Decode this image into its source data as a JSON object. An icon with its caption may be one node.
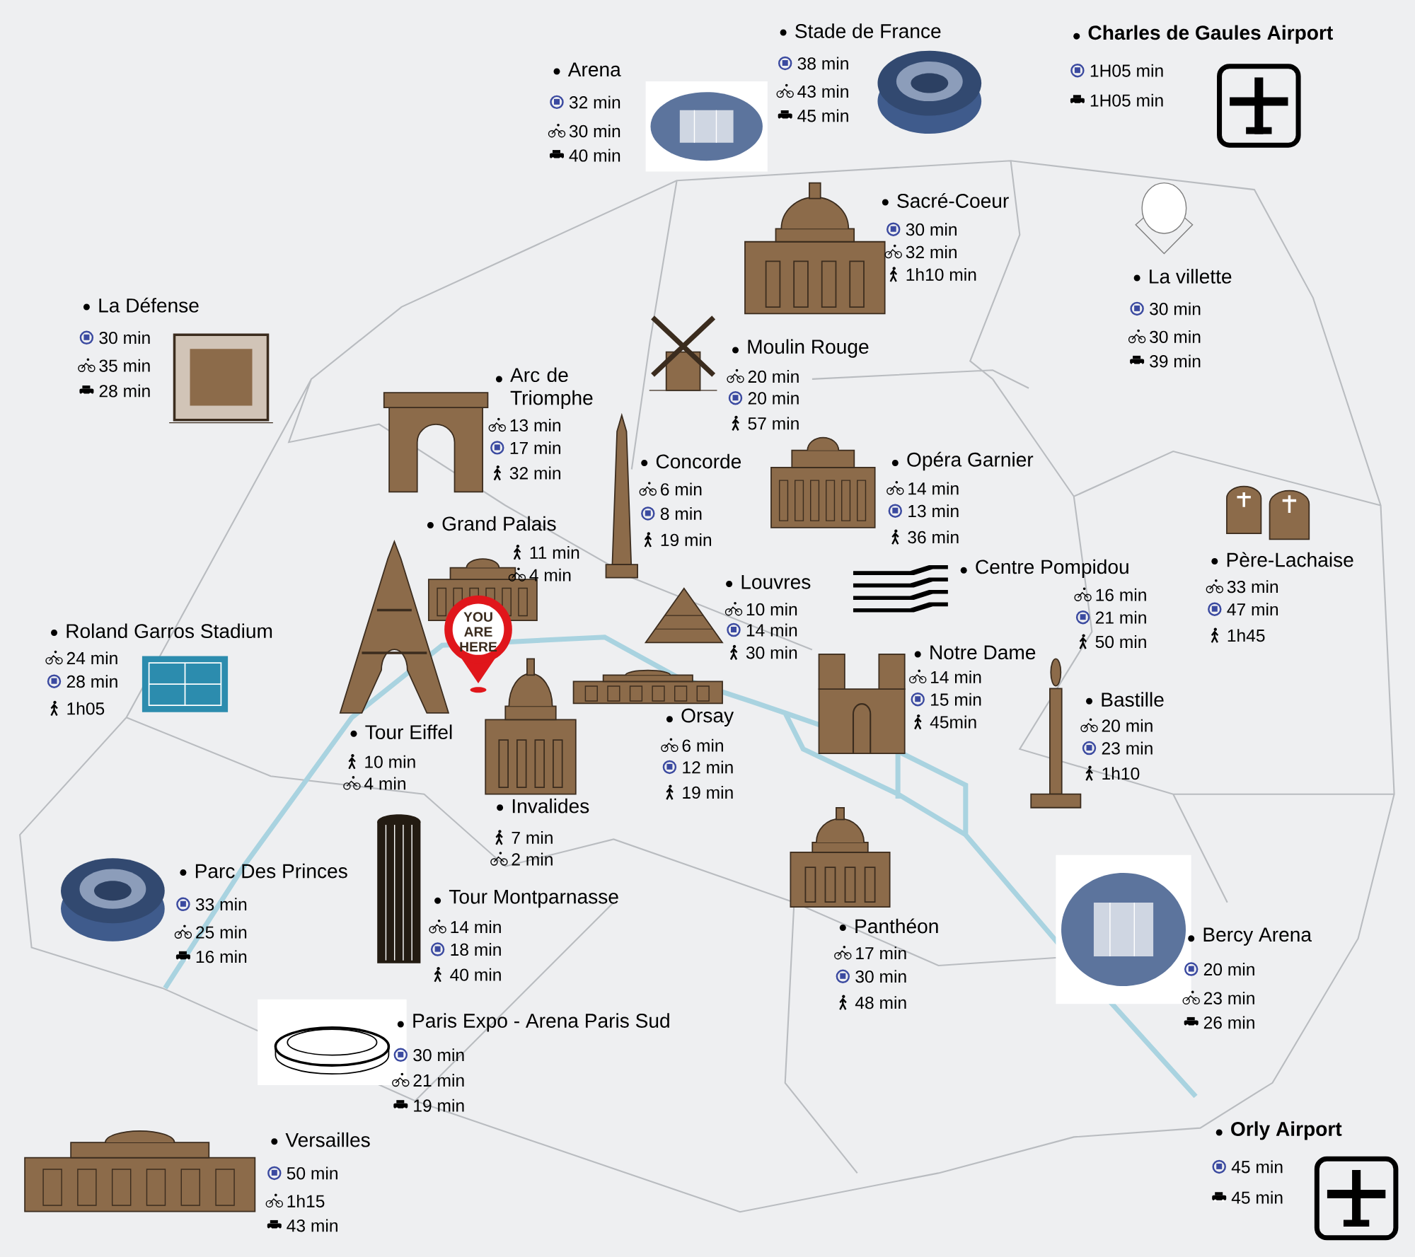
{
  "diagram": {
    "labels": [
      "Stade de France",
      "38 min",
      "43 min",
      "45 min",
      "Charles de Gaules Airport",
      "1H05 min",
      "1H05 min",
      "Arena",
      "32 min",
      "30 min",
      "40 min",
      "Sacré-Coeur",
      "30 min",
      "32 min",
      "1h10 min",
      "La villette",
      "30 min",
      "30 min",
      "39 min",
      "La Défense",
      "30 min",
      "35 min",
      "28 min",
      "Moulin Rouge",
      "20 min",
      "20 min",
      "57 min",
      "Arc de Triomphe",
      "13 min",
      "17 min",
      "32 min",
      "Concorde",
      "6 min",
      "8 min",
      "19 min",
      "Opéra Garnier",
      "14 min",
      "13 min",
      "36 min",
      "Grand Palais",
      "11 min",
      "4 min",
      "Louvres",
      "10 min",
      "14 min",
      "30 min",
      "Centre Pompidou",
      "16 min",
      "21 min",
      "50 min",
      "Père-Lachaise",
      "33 min",
      "47 min",
      "1h45",
      "Roland Garros Stadium",
      "24 min",
      "28 min",
      "1h05",
      "Notre Dame",
      "14 min",
      "15 min",
      "45min",
      "Bastille",
      "20 min",
      "23 min",
      "1h10",
      "Orsay",
      "6 min",
      "12 min",
      "19 min",
      "Tour Eiffel",
      "10 min",
      "4 min",
      "Invalides",
      "7 min",
      "2 min",
      "Parc Des Princes",
      "33 min",
      "25 min",
      "16 min",
      "Tour Montparnasse",
      "14 min",
      "18 min",
      "40 min",
      "Panthéon",
      "17 min",
      "30 min",
      "48 min",
      "Bercy Arena",
      "20 min",
      "23 min",
      "26 min",
      "Paris Expo - Arena Paris Sud",
      "30 min",
      "21 min",
      "19 min",
      "Versailles",
      "50 min",
      "1h15",
      "43 min",
      "Orly Airport",
      "45 min",
      "45 min",
      "YOU ARE HERE"
    ]
  }
}
